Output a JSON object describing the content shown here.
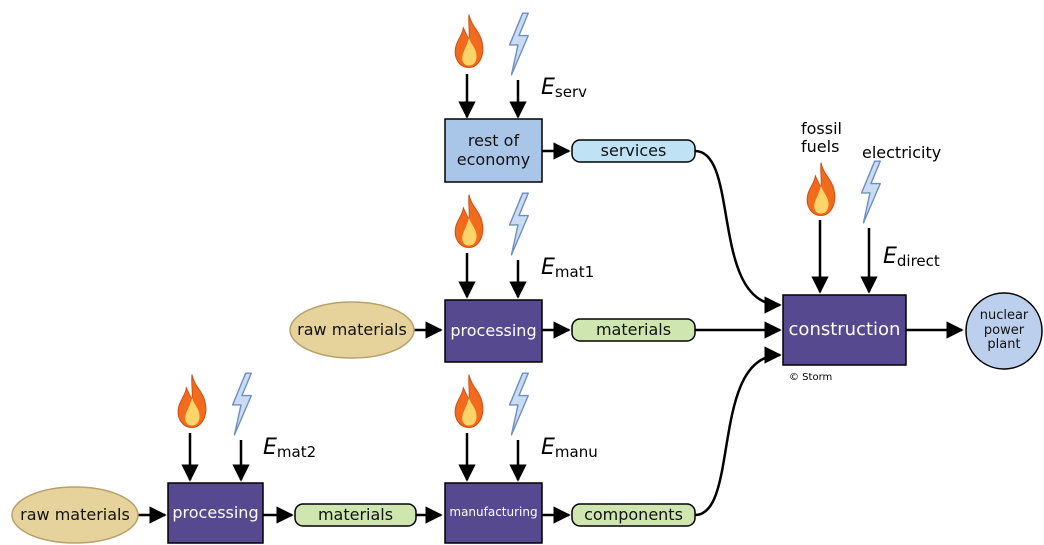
{
  "energy_labels": {
    "serv": {
      "symbol": "E",
      "sub": "serv"
    },
    "mat1": {
      "symbol": "E",
      "sub": "mat1"
    },
    "mat2": {
      "symbol": "E",
      "sub": "mat2"
    },
    "manu": {
      "symbol": "E",
      "sub": "manu"
    },
    "direct": {
      "symbol": "E",
      "sub": "direct"
    }
  },
  "nodes": {
    "rest_of_economy": "rest of\neconomy",
    "services": "services",
    "processing_1": "processing",
    "raw_materials_1": "raw materials",
    "materials_1": "materials",
    "construction": "construction",
    "nuclear_power_plant": "nuclear\npower\nplant",
    "raw_materials_2": "raw materials",
    "processing_2": "processing",
    "materials_2": "materials",
    "manufacturing": "manufacturing",
    "components": "components"
  },
  "inputs": {
    "fossil_fuels": "fossil\nfuels",
    "electricity": "electricity"
  },
  "credit": "© Storm",
  "colors": {
    "dark_box": "#57498f",
    "light_blue_box": "#a9c6e8",
    "services_pill": "#bfe3f5",
    "green_pill": "#cfe6b0",
    "raw_ellipse": "#e6d39c",
    "plant_circle": "#bcd0ee",
    "flame_outer": "#f26a1b",
    "flame_inner": "#fbd46a",
    "bolt": "#c9dcf3"
  }
}
